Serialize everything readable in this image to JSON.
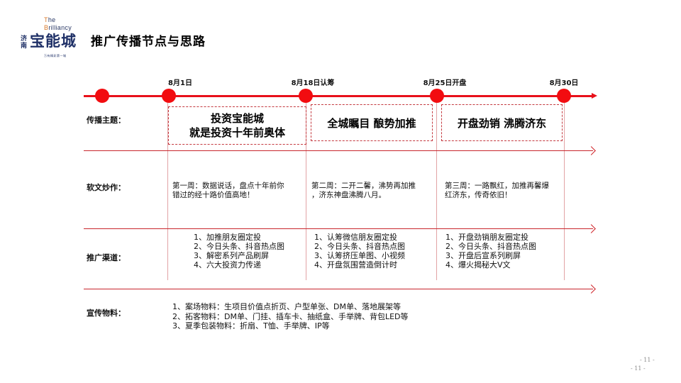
{
  "logo": {
    "en_line1": "The",
    "en_line2": "Brilliancy",
    "city": "济南",
    "name": "宝能城",
    "slogan": "万有精彩第一城"
  },
  "header": {
    "title": "推广传播节点与思路"
  },
  "colors": {
    "timeline_red": "#e8101a",
    "node_red": "#f20c10",
    "grid_line": "#c8262c",
    "divider": "#e2a3a5",
    "logo_navy": "#1f3067",
    "logo_orange": "#d87a2c"
  },
  "timeline": {
    "dates": [
      {
        "label": "8月1日"
      },
      {
        "label": "8月18日认筹"
      },
      {
        "label": "8月25日开盘"
      },
      {
        "label": "8月30日"
      }
    ]
  },
  "rows": {
    "theme": {
      "label": "传播主题：",
      "cells": [
        {
          "line1": "投资宝能城",
          "line2": "就是投资十年前奥体"
        },
        {
          "line1": "全城瞩目 酿势加推"
        },
        {
          "line1": "开盘劲销 沸腾济东"
        }
      ]
    },
    "softtext": {
      "label": "软文炒作：",
      "cells": [
        {
          "line1": "第一周：数据说话，盘点十年前你",
          "line2": "错过的经十路价值高地！"
        },
        {
          "line1": "第二周：二开二馨，沸势再加推",
          "line2": "，济东神盘沸腾八月。"
        },
        {
          "line1": "第三周：一路飘红，加推再馨爆",
          "line2": "红济东，传奇依旧！"
        }
      ]
    },
    "channels": {
      "label": "推广渠道：",
      "cells": [
        {
          "items": [
            "1、加推朋友圈定投",
            "2、今日头条、抖音热点图",
            "3、解密系列产品刷屏",
            "4、六大投资力传递"
          ]
        },
        {
          "items": [
            "1、认筹微信朋友圈定投",
            "2、今日头条、抖音热点图",
            "3、认筹挤压单图、小视频",
            "4、开盘氛围营造倒计时"
          ]
        },
        {
          "items": [
            "1、开盘劲销朋友圈定投",
            "2、今日头条、抖音热点图",
            "3、开盘后宣系列刷屏",
            "4、爆火揭秘大V文"
          ]
        }
      ]
    },
    "materials": {
      "label": "宣传物料：",
      "items": [
        "1、案场物料：生项目价值点折页、户型单张、DM单、落地展架等",
        "2、拓客物料：DM单、门挂、插车卡、抽纸盒、手举牌、背包LED等",
        "3、夏季包装物料：折扇、T恤、手举牌、IP等"
      ]
    }
  },
  "footer": {
    "page_num_top": "- 11 -",
    "page_num_bottom": "- 11 -"
  }
}
